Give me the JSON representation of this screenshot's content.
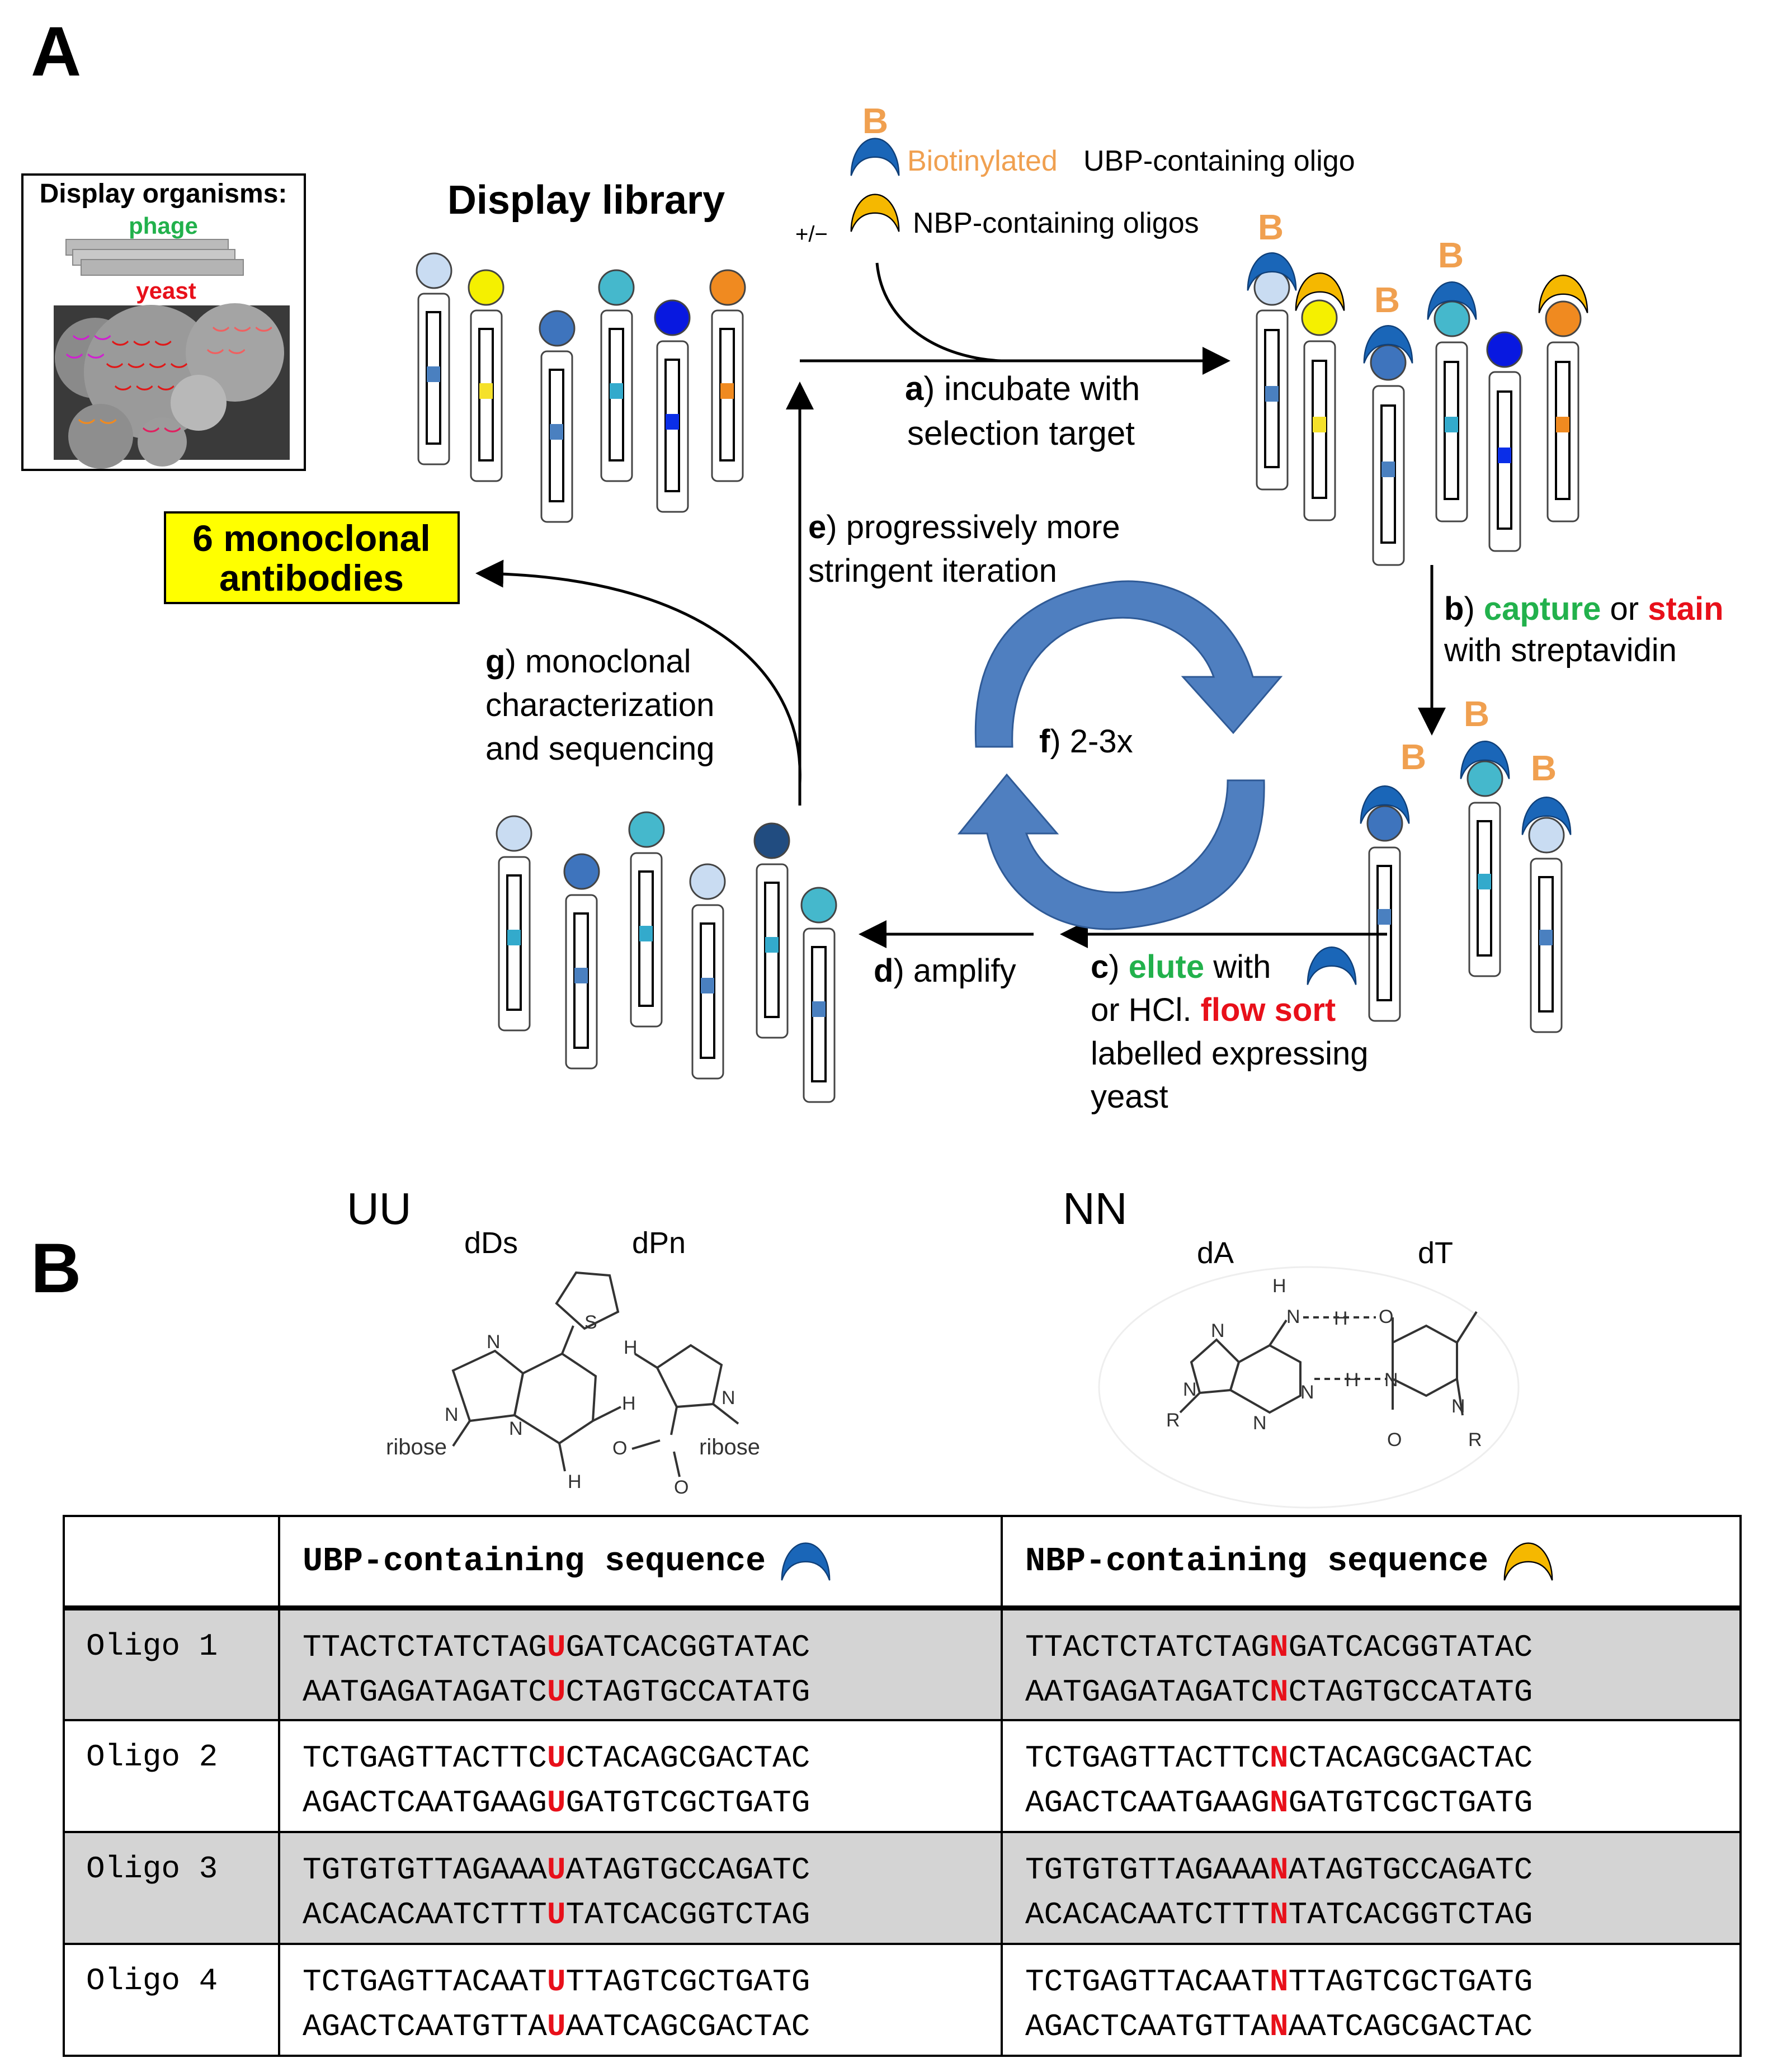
{
  "panel_a": {
    "label": "A",
    "display_organisms": {
      "title": "Display organisms:",
      "phage": "phage",
      "yeast": "yeast"
    },
    "library_title": "Display library",
    "legend": {
      "b_marker": "B",
      "biotinylated": "Biotinylated",
      "ubp_oligo": "UBP-containing oligo",
      "plus_minus": "+/−",
      "nbp_oligos": "NBP-containing oligos"
    },
    "steps": {
      "a_letter": "a",
      "a_line1": ") incubate with",
      "a_line2": "selection target",
      "b_letter": "b",
      "b_capture": "capture",
      "b_or": " or ",
      "b_stain": "stain",
      "b_line2": "with streptavidin",
      "c_letter": "c",
      "c_elute": "elute",
      "c_with": " with",
      "c_or_hcl": "or HCl. ",
      "c_flow_sort": "flow sort",
      "c_line3": "labelled expressing",
      "c_line4": "yeast",
      "d_letter": "d",
      "d_text": ") amplify",
      "e_letter": "e",
      "e_line1": ") progressively more",
      "e_line2": "stringent iteration",
      "f_letter": "f",
      "f_text": ") 2-3x",
      "g_letter": "g",
      "g_line1": ") monoclonal",
      "g_line2": "characterization",
      "g_line3": "and sequencing"
    },
    "result_box": {
      "line1": "6 monoclonal",
      "line2": "antibodies"
    },
    "colors": {
      "orange": "#f0a050",
      "blue": "#1a66b8",
      "gold": "#f5b800",
      "green": "#22b14c",
      "red": "#e8101a",
      "yellow_box": "#ffff00",
      "cycle": "#4f7fc0"
    }
  },
  "panel_b": {
    "label": "B",
    "uu": {
      "title": "UU",
      "left": "dDs",
      "right": "dPn",
      "ribose_left": "ribose",
      "ribose_right": "ribose",
      "s": "S",
      "n1": "N",
      "n2": "N",
      "n3": "N",
      "n4": "N",
      "h1": "H",
      "h2": "H",
      "h3": "H",
      "o1": "O",
      "o2": "O"
    },
    "nn": {
      "title": "NN",
      "left": "dA",
      "right": "dT",
      "h1": "H",
      "h2": "H",
      "h3": "H",
      "n1": "N",
      "n2": "N",
      "n3": "N",
      "n4": "N",
      "n5": "N",
      "n6": "N",
      "o1": "O",
      "o2": "O",
      "r1": "R",
      "r2": "R"
    },
    "table": {
      "header_ubp": "UBP-containing sequence",
      "header_nbp": "NBP-containing sequence",
      "rows": [
        {
          "name": "Oligo 1",
          "u1a": "TTACTCTATCTAG",
          "u1m": "U",
          "u1b": "GATCACGGTATAC",
          "u2a": "AATGAGATAGATC",
          "u2m": "U",
          "u2b": "CTAGTGCCATATG",
          "n1a": "TTACTCTATCTAG",
          "n1m": "N",
          "n1b": "GATCACGGTATAC",
          "n2a": "AATGAGATAGATC",
          "n2m": "N",
          "n2b": "CTAGTGCCATATG"
        },
        {
          "name": "Oligo 2",
          "u1a": "TCTGAGTTACTTC",
          "u1m": "U",
          "u1b": "CTACAGCGACTAC",
          "u2a": "AGACTCAATGAAG",
          "u2m": "U",
          "u2b": "GATGTCGCTGATG",
          "n1a": "TCTGAGTTACTTC",
          "n1m": "N",
          "n1b": "CTACAGCGACTAC",
          "n2a": "AGACTCAATGAAG",
          "n2m": "N",
          "n2b": "GATGTCGCTGATG"
        },
        {
          "name": "Oligo 3",
          "u1a": "TGTGTGTTAGAAA",
          "u1m": "U",
          "u1b": "ATAGTGCCAGATC",
          "u2a": "ACACACAATCTTT",
          "u2m": "U",
          "u2b": "TATCACGGTCTAG",
          "n1a": "TGTGTGTTAGAAA",
          "n1m": "N",
          "n1b": "ATAGTGCCAGATC",
          "n2a": "ACACACAATCTTT",
          "n2m": "N",
          "n2b": "TATCACGGTCTAG"
        },
        {
          "name": "Oligo 4",
          "u1a": "TCTGAGTTACAAT",
          "u1m": "U",
          "u1b": "TTAGTCGCTGATG",
          "u2a": "AGACTCAATGTTA",
          "u2m": "U",
          "u2b": "AATCAGCGACTAC",
          "n1a": "TCTGAGTTACAAT",
          "n1m": "N",
          "n1b": "TTAGTCGCTGATG",
          "n2a": "AGACTCAATGTTA",
          "n2m": "N",
          "n2b": "AATCAGCGACTAC"
        }
      ]
    }
  }
}
